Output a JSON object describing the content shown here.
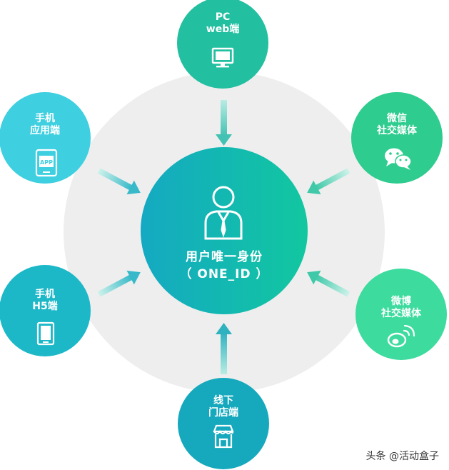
{
  "center": {
    "line1": "用户唯一身份",
    "line2": "（ ONE_ID ）"
  },
  "nodes": [
    {
      "id": "pc",
      "line1": "PC",
      "line2": "web端",
      "icon": "monitor-icon",
      "color": "#22bfa0"
    },
    {
      "id": "wechat",
      "line1": "微信",
      "line2": "社交媒体",
      "icon": "wechat-icon",
      "color": "#2ecc8e"
    },
    {
      "id": "weibo",
      "line1": "微博",
      "line2": "社交媒体",
      "icon": "weibo-icon",
      "color": "#3ddb9e"
    },
    {
      "id": "offline",
      "line1": "线下",
      "line2": "门店端",
      "icon": "store-icon",
      "color": "#16a9bd"
    },
    {
      "id": "h5",
      "line1": "手机",
      "line2": "H5端",
      "icon": "tablet-icon",
      "color": "#1cb8c8"
    },
    {
      "id": "app",
      "line1": "手机",
      "line2": "应用端",
      "icon": "app-icon",
      "color": "#3ecfe0"
    }
  ],
  "app_icon_text": "APP",
  "colors": {
    "background_ring": "#eeeeee",
    "center_gradient_start": "#14a9c2",
    "center_gradient_end": "#12c7a0",
    "arrow": "#7fd6c8"
  },
  "watermark": "头条 @活动盒子"
}
